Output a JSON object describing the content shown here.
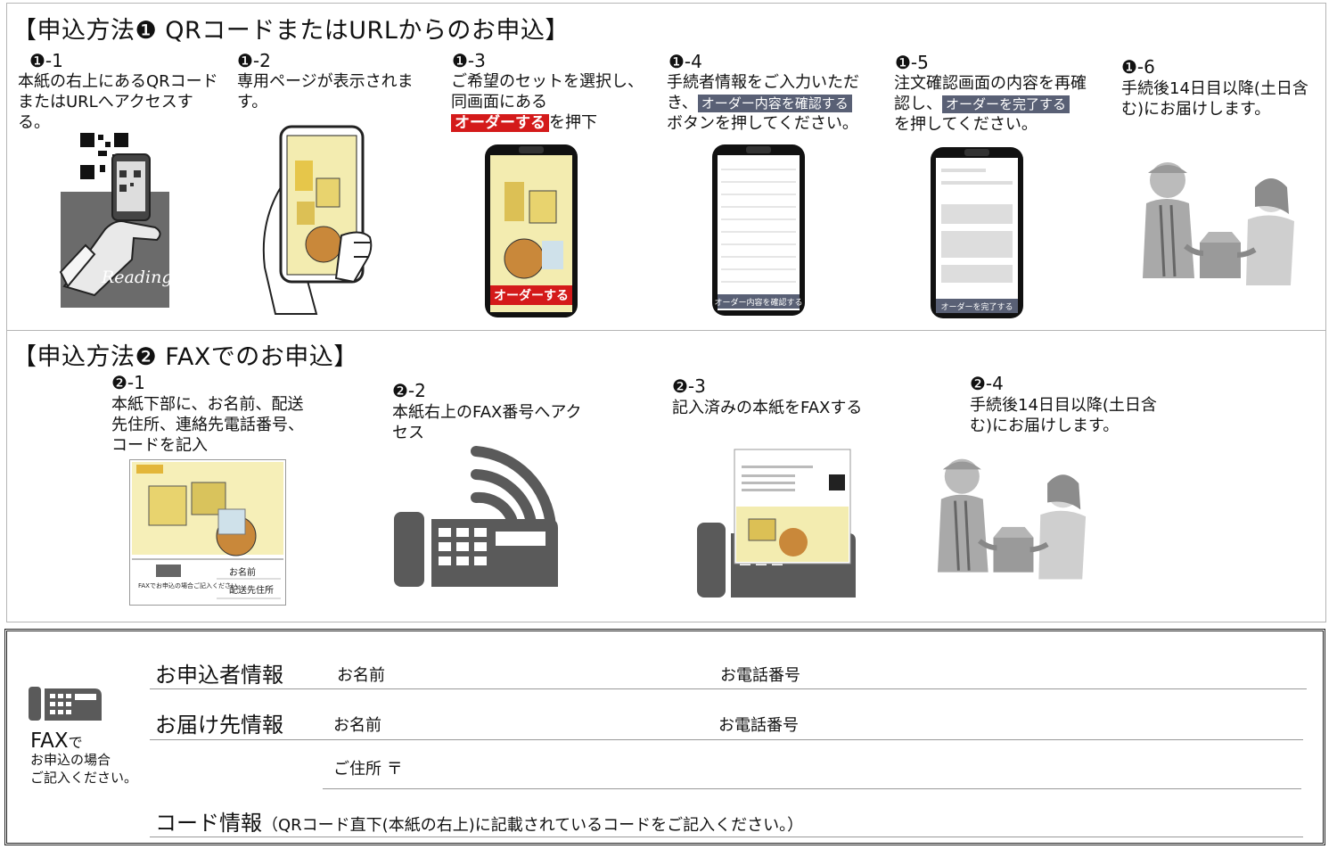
{
  "method1": {
    "title": "【申込方法❶ QRコードまたはURLからのお申込】",
    "steps": [
      {
        "num": "❶-1",
        "text": "本紙の右上にあるQRコードまたはURLへアクセスする。",
        "image_text": "Reading"
      },
      {
        "num": "❶-2",
        "text": "専用ページが表示されます。"
      },
      {
        "num": "❶-3",
        "text1": "ご希望のセットを選択し、同画面にある",
        "button": "オーダーする",
        "text2": "を押下"
      },
      {
        "num": "❶-4",
        "text1": "手続者情報をご入力いただき、",
        "button": "オーダー内容を確認する",
        "text2": "ボタンを押してください。"
      },
      {
        "num": "❶-5",
        "text1": "注文確認画面の内容を再確認し、",
        "button": "オーダーを完了する",
        "text2": "を押してください。"
      },
      {
        "num": "❶-6",
        "text": "手続後14日目以降(土日含む)にお届けします。"
      }
    ]
  },
  "method2": {
    "title": "【申込方法❷ FAXでのお申込】",
    "steps": [
      {
        "num": "❷-1",
        "text": "本紙下部に、お名前、配送先住所、連絡先電話番号、コードを記入",
        "image_name": "お名前",
        "image_address": "配送先住所",
        "image_fax": "FAXでお申込の場合ご記入ください。"
      },
      {
        "num": "❷-2",
        "text": "本紙右上のFAX番号へアクセス"
      },
      {
        "num": "❷-3",
        "text": "記入済みの本紙をFAXする"
      },
      {
        "num": "❷-4",
        "text": "手続後14日目以降(土日含む)にお届けします。"
      }
    ]
  },
  "form": {
    "fax_big": "FAX",
    "fax_de": "で",
    "fax_line2": "お申込の場合",
    "fax_line3": "ご記入ください。",
    "applicant_label": "お申込者情報",
    "applicant_name": "お名前",
    "applicant_phone": "お電話番号",
    "delivery_label": "お届け先情報",
    "delivery_name": "お名前",
    "delivery_phone": "お電話番号",
    "address_label": "ご住所 〒",
    "code_label": "コード情報",
    "code_note": "（QRコード直下(本紙の右上)に記載されているコードをご記入ください。）"
  },
  "colors": {
    "accent_red": "#d41a1a",
    "button_gray": "#596075",
    "icon_gray": "#5a5a5a"
  }
}
